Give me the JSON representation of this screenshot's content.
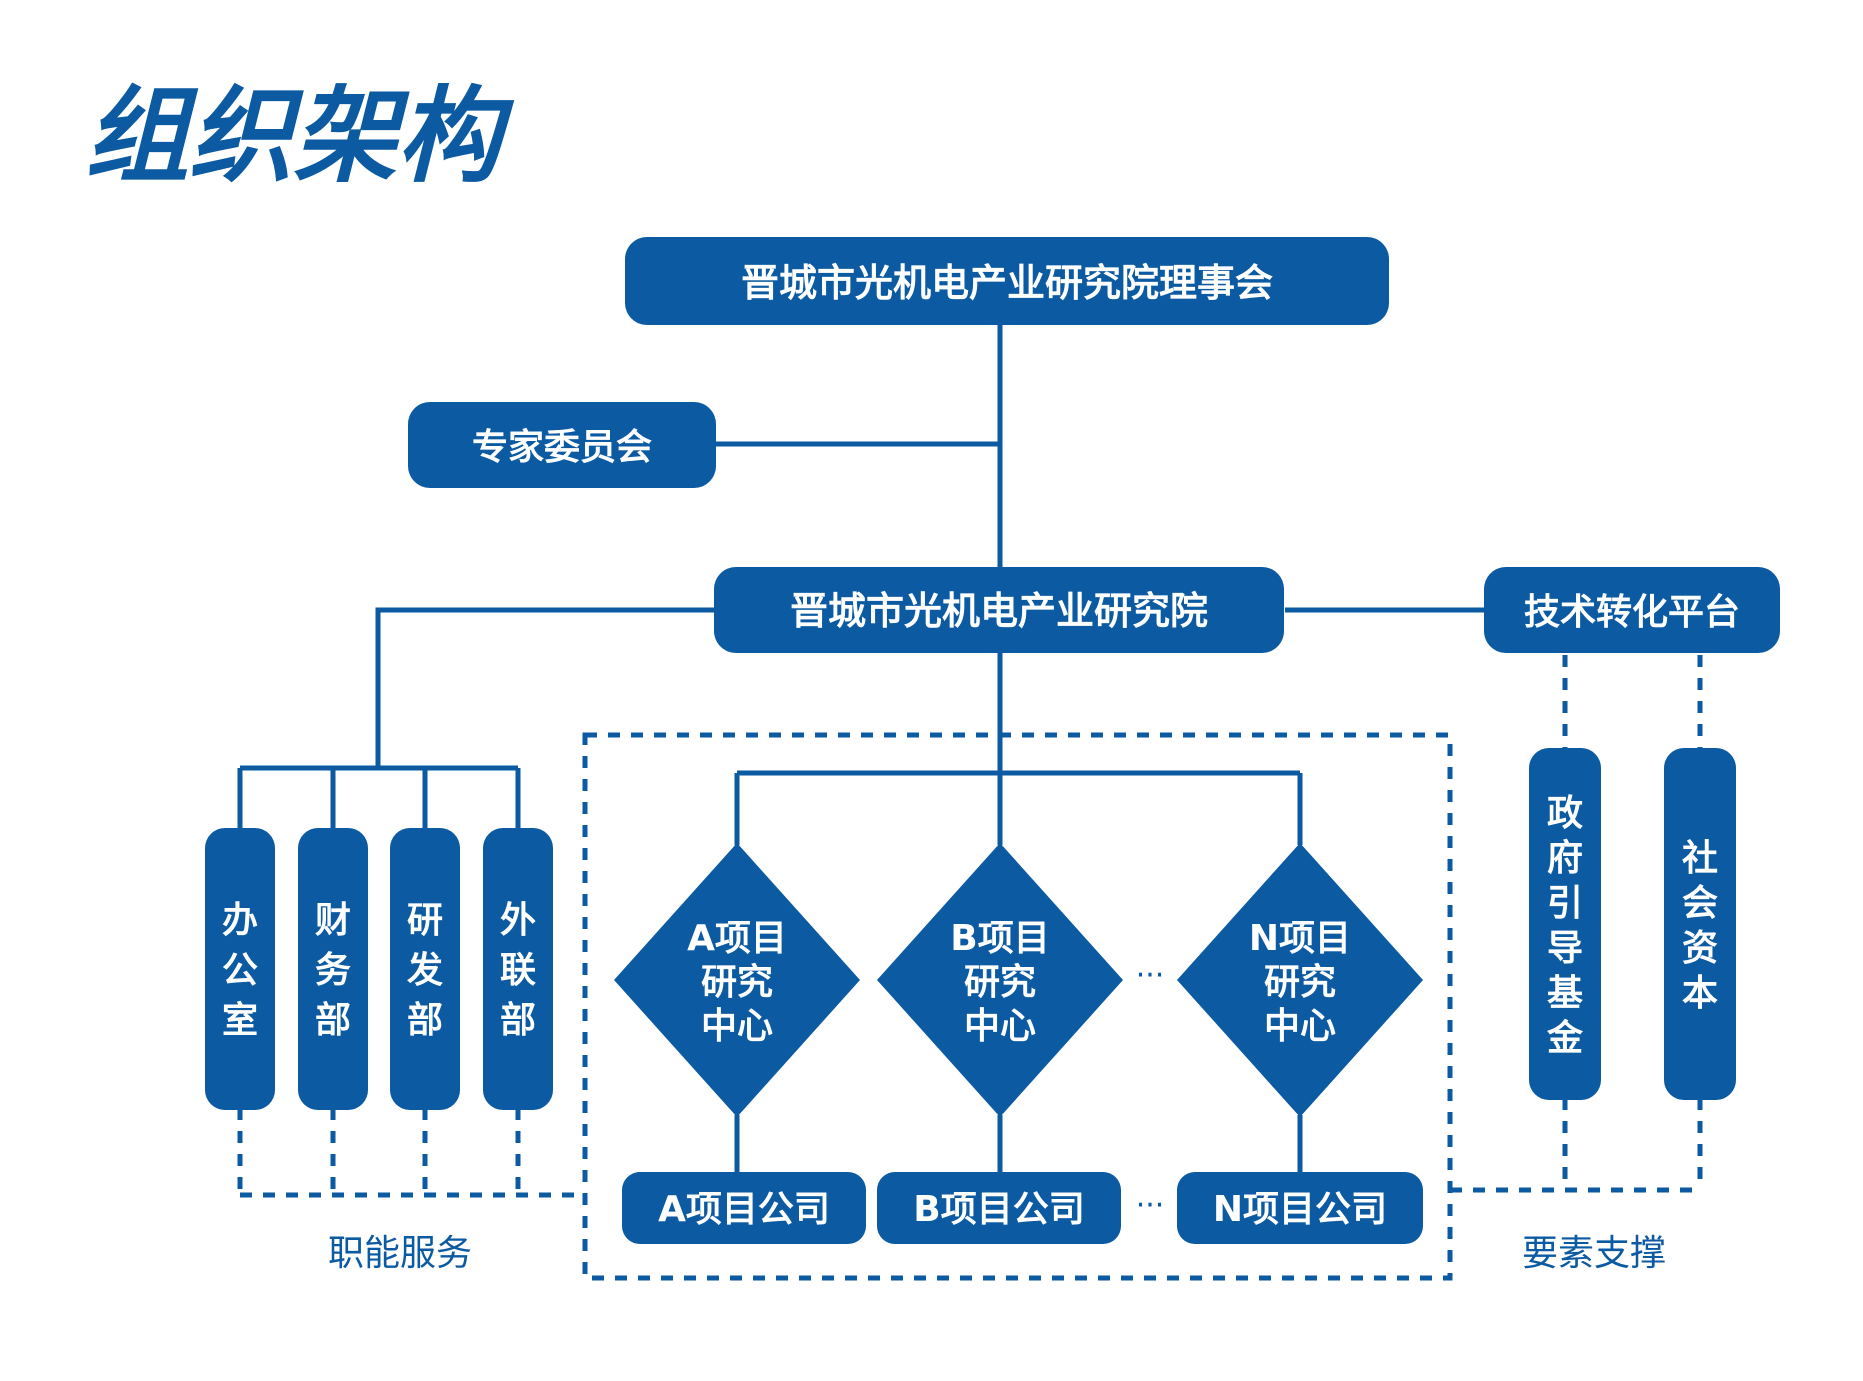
{
  "title": "组织架构",
  "colors": {
    "primary": "#0b5aa2",
    "text_on_primary": "#ffffff",
    "background": "#ffffff"
  },
  "nodes": {
    "board": "晋城市光机电产业研究院理事会",
    "expert": "专家委员会",
    "institute": "晋城市光机电产业研究院",
    "tech_platform": "技术转化平台",
    "departments": [
      "办公室",
      "财务部",
      "研发部",
      "外联部"
    ],
    "centers": [
      [
        "A项目",
        "研究",
        "中心"
      ],
      [
        "B项目",
        "研究",
        "中心"
      ],
      [
        "N项目",
        "研究",
        "中心"
      ]
    ],
    "companies": [
      "A项目公司",
      "B项目公司",
      "N项目公司"
    ],
    "support": [
      "政府引导基金",
      "社会资本"
    ],
    "ellipsis": "···"
  },
  "labels": {
    "functional": "职能服务",
    "support": "要素支撑"
  }
}
